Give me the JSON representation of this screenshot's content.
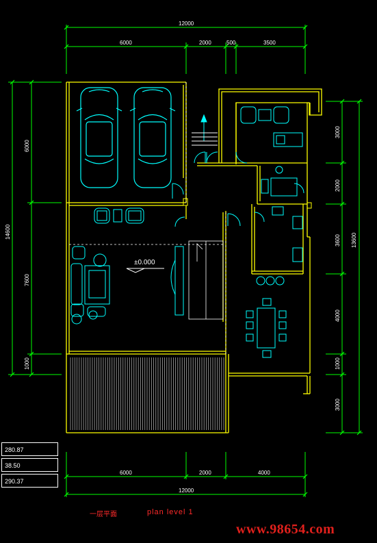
{
  "dimensions": {
    "top_total": "12000",
    "top_segments": [
      "6000",
      "2000",
      "500",
      "3500"
    ],
    "bottom_total": "12000",
    "bottom_segments": [
      "6000",
      "2000",
      "4000"
    ],
    "left_total": "14600",
    "left_segments": [
      "6000",
      "7600",
      "1000"
    ],
    "right_total": "13600",
    "right_segments": [
      "3000",
      "2000",
      "3600",
      "4000",
      "1000",
      "3000"
    ]
  },
  "level_mark": "±0.000",
  "area_table": [
    "280.87",
    "38.50",
    "290.37"
  ],
  "caption": {
    "chinese": "一层平面",
    "english": "plan  level  1"
  },
  "watermark": "www.98654.com",
  "colors": {
    "background": "#000000",
    "walls": "#ffff00",
    "dimension_lines": "#00ff00",
    "furniture": "#00ffff",
    "text": "#ffffff",
    "caption": "#ff2a2a"
  }
}
